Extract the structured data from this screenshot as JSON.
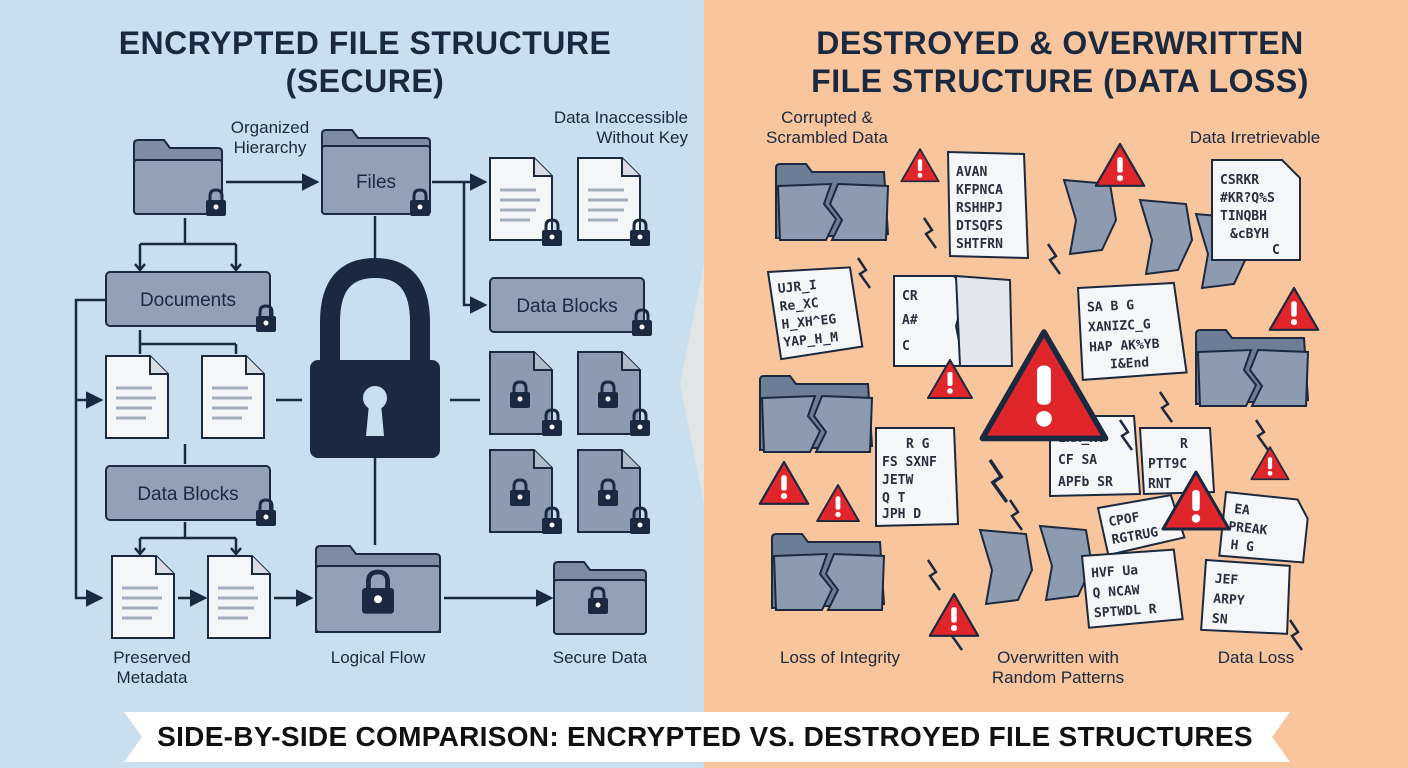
{
  "left": {
    "title_line1": "ENCRYPTED FILE STRUCTURE",
    "title_line2": "(SECURE)",
    "labels": {
      "organized_hierarchy": [
        "Organized",
        "Hierarchy"
      ],
      "data_inaccessible": [
        "Data Inaccessible",
        "Without Key"
      ],
      "preserved_metadata": [
        "Preserved",
        "Metadata"
      ],
      "logical_flow": "Logical Flow",
      "secure_data": "Secure Data"
    },
    "boxes": {
      "files": "Files",
      "documents": "Documents",
      "data_blocks_right": "Data Blocks",
      "data_blocks_left": "Data Blocks"
    }
  },
  "right": {
    "title_line1": "DESTROYED & OVERWRITTEN",
    "title_line2": "FILE STRUCTURE (DATA LOSS)",
    "labels": {
      "corrupted": [
        "Corrupted &",
        "Scrambled Data"
      ],
      "irretrievable": "Data Irretrievable",
      "loss_of_integrity": "Loss of Integrity",
      "overwritten": [
        "Overwritten with",
        "Random Patterns"
      ],
      "data_loss": "Data Loss"
    },
    "scrambled": {
      "doc1": [
        "AVAN",
        "KFPNCA",
        "RSHHPJ",
        "DTSQFS",
        "SHTFRN"
      ],
      "doc2": [
        "CSRKR",
        "#KR?Q%S",
        "TINQBH",
        "&cBYH",
        "C"
      ],
      "doc3": [
        "UJR_I",
        "Re_XC",
        "H_XH^EG",
        "YAP_H_M"
      ],
      "doc4": [
        "CR",
        "A#",
        "C"
      ],
      "doc5": [
        "SA B G",
        "XANIZC_G",
        "HAP AK%YB",
        "I&End"
      ],
      "doc6": [
        "R G",
        "FS SXNF",
        "JETW",
        "Q T",
        "JPH D"
      ],
      "doc7": [
        "LKM_RT",
        "CF SA",
        "APFb SR"
      ],
      "doc8": [
        "R",
        "PTT9C",
        "RNT"
      ],
      "doc9": [
        "CPOF",
        "RGTRUG"
      ],
      "doc10": [
        "HVF Ua",
        "Q NCAW",
        "SPTWDL R"
      ],
      "doc11": [
        "EA",
        "PREAK",
        "H G"
      ],
      "doc12": [
        "JEF",
        "ARPY",
        "SN"
      ]
    }
  },
  "banner": "SIDE-BY-SIDE COMPARISON: ENCRYPTED VS. DESTROYED FILE STRUCTURES",
  "colors": {
    "left_bg": "#c9dff0",
    "right_bg": "#f8c59c",
    "folder": "#8a99b0",
    "dark": "#1b2940",
    "warning": "#e0262b"
  }
}
